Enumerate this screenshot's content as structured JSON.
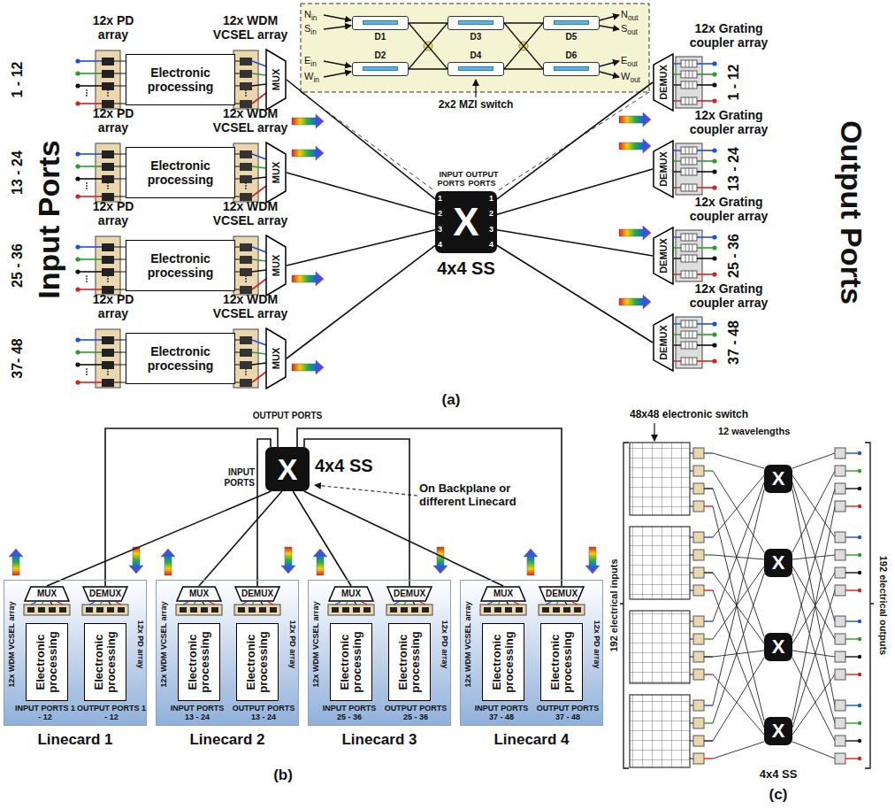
{
  "diagram": {
    "nodes": [
      {
        "text": [
          "Electronic processing"
        ]
      },
      {
        "text": [
          "MUX"
        ]
      },
      {
        "text": [
          "Electronic processing"
        ]
      },
      {
        "text": [
          "MUX"
        ]
      },
      {
        "text": [
          "Electronic processing"
        ]
      },
      {
        "text": [
          "MUX"
        ]
      },
      {
        "text": [
          "Electronic processing"
        ]
      },
      {
        "text": [
          "MUX"
        ]
      },
      {
        "text": [
          "D1"
        ]
      },
      {
        "text": [
          "D2"
        ]
      },
      {
        "text": [
          "D3"
        ]
      },
      {
        "text": [
          "D4"
        ]
      },
      {
        "text": [
          "D5"
        ]
      },
      {
        "text": [
          "D6"
        ]
      },
      {
        "text": [
          "X",
          "4x4 SS"
        ]
      },
      {
        "text": [
          "DEMUX"
        ]
      },
      {
        "text": [
          "DEMUX"
        ]
      },
      {
        "text": [
          "DEMUX"
        ]
      },
      {
        "text": [
          "DEMUX"
        ]
      },
      {
        "text": [
          "X",
          "4x4 SS"
        ]
      },
      {
        "text": [
          "Linecard 1"
        ]
      },
      {
        "text": [
          "MUX"
        ],
        "in": 20
      },
      {
        "text": [
          "DEMUX"
        ],
        "in": 20
      },
      {
        "text": [
          "Electronic processing"
        ],
        "in": 20
      },
      {
        "text": [
          "Electronic processing"
        ],
        "in": 20
      },
      {
        "text": [
          "Linecard 2"
        ]
      },
      {
        "text": [
          "MUX"
        ],
        "in": 25
      },
      {
        "text": [
          "DEMUX"
        ],
        "in": 25
      },
      {
        "text": [
          "Electronic processing"
        ],
        "in": 25
      },
      {
        "text": [
          "Electronic processing"
        ],
        "in": 25
      },
      {
        "text": [
          "Linecard 3"
        ]
      },
      {
        "text": [
          "MUX"
        ],
        "in": 30
      },
      {
        "text": [
          "DEMUX"
        ],
        "in": 30
      },
      {
        "text": [
          "Electronic processing"
        ],
        "in": 30
      },
      {
        "text": [
          "Electronic processing"
        ],
        "in": 30
      },
      {
        "text": [
          "Linecard 4"
        ]
      },
      {
        "text": [
          "MUX"
        ],
        "in": 35
      },
      {
        "text": [
          "DEMUX"
        ],
        "in": 35
      },
      {
        "text": [
          "Electronic processing"
        ],
        "in": 35
      },
      {
        "text": [
          "Electronic processing"
        ],
        "in": 35
      },
      {
        "text": [
          "X"
        ]
      },
      {
        "text": [
          "X"
        ]
      },
      {
        "text": [
          "X"
        ]
      },
      {
        "text": [
          "X",
          "4x4 SS"
        ]
      }
    ],
    "edges": [
      {
        "from": 1,
        "to": 14,
        "arrow": "none"
      },
      {
        "from": 3,
        "to": 14,
        "arrow": "none"
      },
      {
        "from": 5,
        "to": 14,
        "arrow": "none"
      },
      {
        "from": 7,
        "to": 14,
        "arrow": "none"
      },
      {
        "from": 14,
        "to": 15,
        "arrow": "none"
      },
      {
        "from": 14,
        "to": 16,
        "arrow": "none"
      },
      {
        "from": 14,
        "to": 17,
        "arrow": "none"
      },
      {
        "from": 14,
        "to": 18,
        "arrow": "none"
      },
      {
        "from": 8,
        "to": 10,
        "arrow": "none"
      },
      {
        "from": 8,
        "to": 11,
        "arrow": "none"
      },
      {
        "from": 9,
        "to": 10,
        "arrow": "none"
      },
      {
        "from": 9,
        "to": 11,
        "arrow": "none"
      },
      {
        "from": 10,
        "to": 12,
        "arrow": "none"
      },
      {
        "from": 10,
        "to": 13,
        "arrow": "none"
      },
      {
        "from": 11,
        "to": 12,
        "arrow": "none"
      },
      {
        "from": 11,
        "to": 13,
        "arrow": "none"
      },
      {
        "from": 21,
        "to": 19,
        "arrow": "none"
      },
      {
        "from": 26,
        "to": 19,
        "arrow": "none"
      },
      {
        "from": 31,
        "to": 19,
        "arrow": "none"
      },
      {
        "from": 36,
        "to": 19,
        "arrow": "none"
      },
      {
        "from": 19,
        "to": 22,
        "arrow": "none"
      },
      {
        "from": 19,
        "to": 27,
        "arrow": "none"
      },
      {
        "from": 19,
        "to": 32,
        "arrow": "none"
      },
      {
        "from": 19,
        "to": 37,
        "arrow": "none"
      }
    ],
    "labels": [
      "12x PD array",
      "12x PD array",
      "12x PD array",
      "12x PD array",
      "12x WDM VCSEL array",
      "12x WDM VCSEL array",
      "12x WDM VCSEL array",
      "12x WDM VCSEL array",
      "1 - 12",
      "13 - 24",
      "25 - 36",
      "37- 48",
      "Input Ports",
      "Nin",
      "Sin",
      "Ein",
      "Win",
      "Nout",
      "Sout",
      "Eout",
      "Wout",
      "2x2 MZI switch",
      "INPUT PORTS",
      "OUTPUT PORTS",
      "1",
      "2",
      "3",
      "4",
      "1",
      "2",
      "3",
      "4",
      "12x Grating coupler array",
      "12x Grating coupler array",
      "12x Grating coupler array",
      "12x Grating coupler array",
      "1 - 12",
      "13 - 24",
      "25 - 36",
      "37 - 48",
      "Output Ports",
      "(a)",
      "OUTPUT PORTS",
      "INPUT PORTS",
      "On Backplane or different Linecard",
      "12x WDM VCSEL array",
      "12x PD array",
      "INPUT PORTS 1 - 12",
      "OUTPUT PORTS 1 - 12",
      "12x WDM VCSEL array",
      "12x PD array",
      "INPUT PORTS 13 - 24",
      "OUTPUT PORTS 13 - 24",
      "12x WDM VCSEL array",
      "12x PD array",
      "INPUT PORTS 25 - 36",
      "OUTPUT PORTS 25 - 36",
      "12x WDM VCSEL array",
      "12x PD array",
      "INPUT PORTS 37 - 48",
      "OUTPUT PORTS 37 - 48",
      "(b)",
      "48x48 electronic switch",
      "12 wavelengths",
      "192 electrical inputs",
      "192 electrical outputs",
      "(c)"
    ]
  }
}
